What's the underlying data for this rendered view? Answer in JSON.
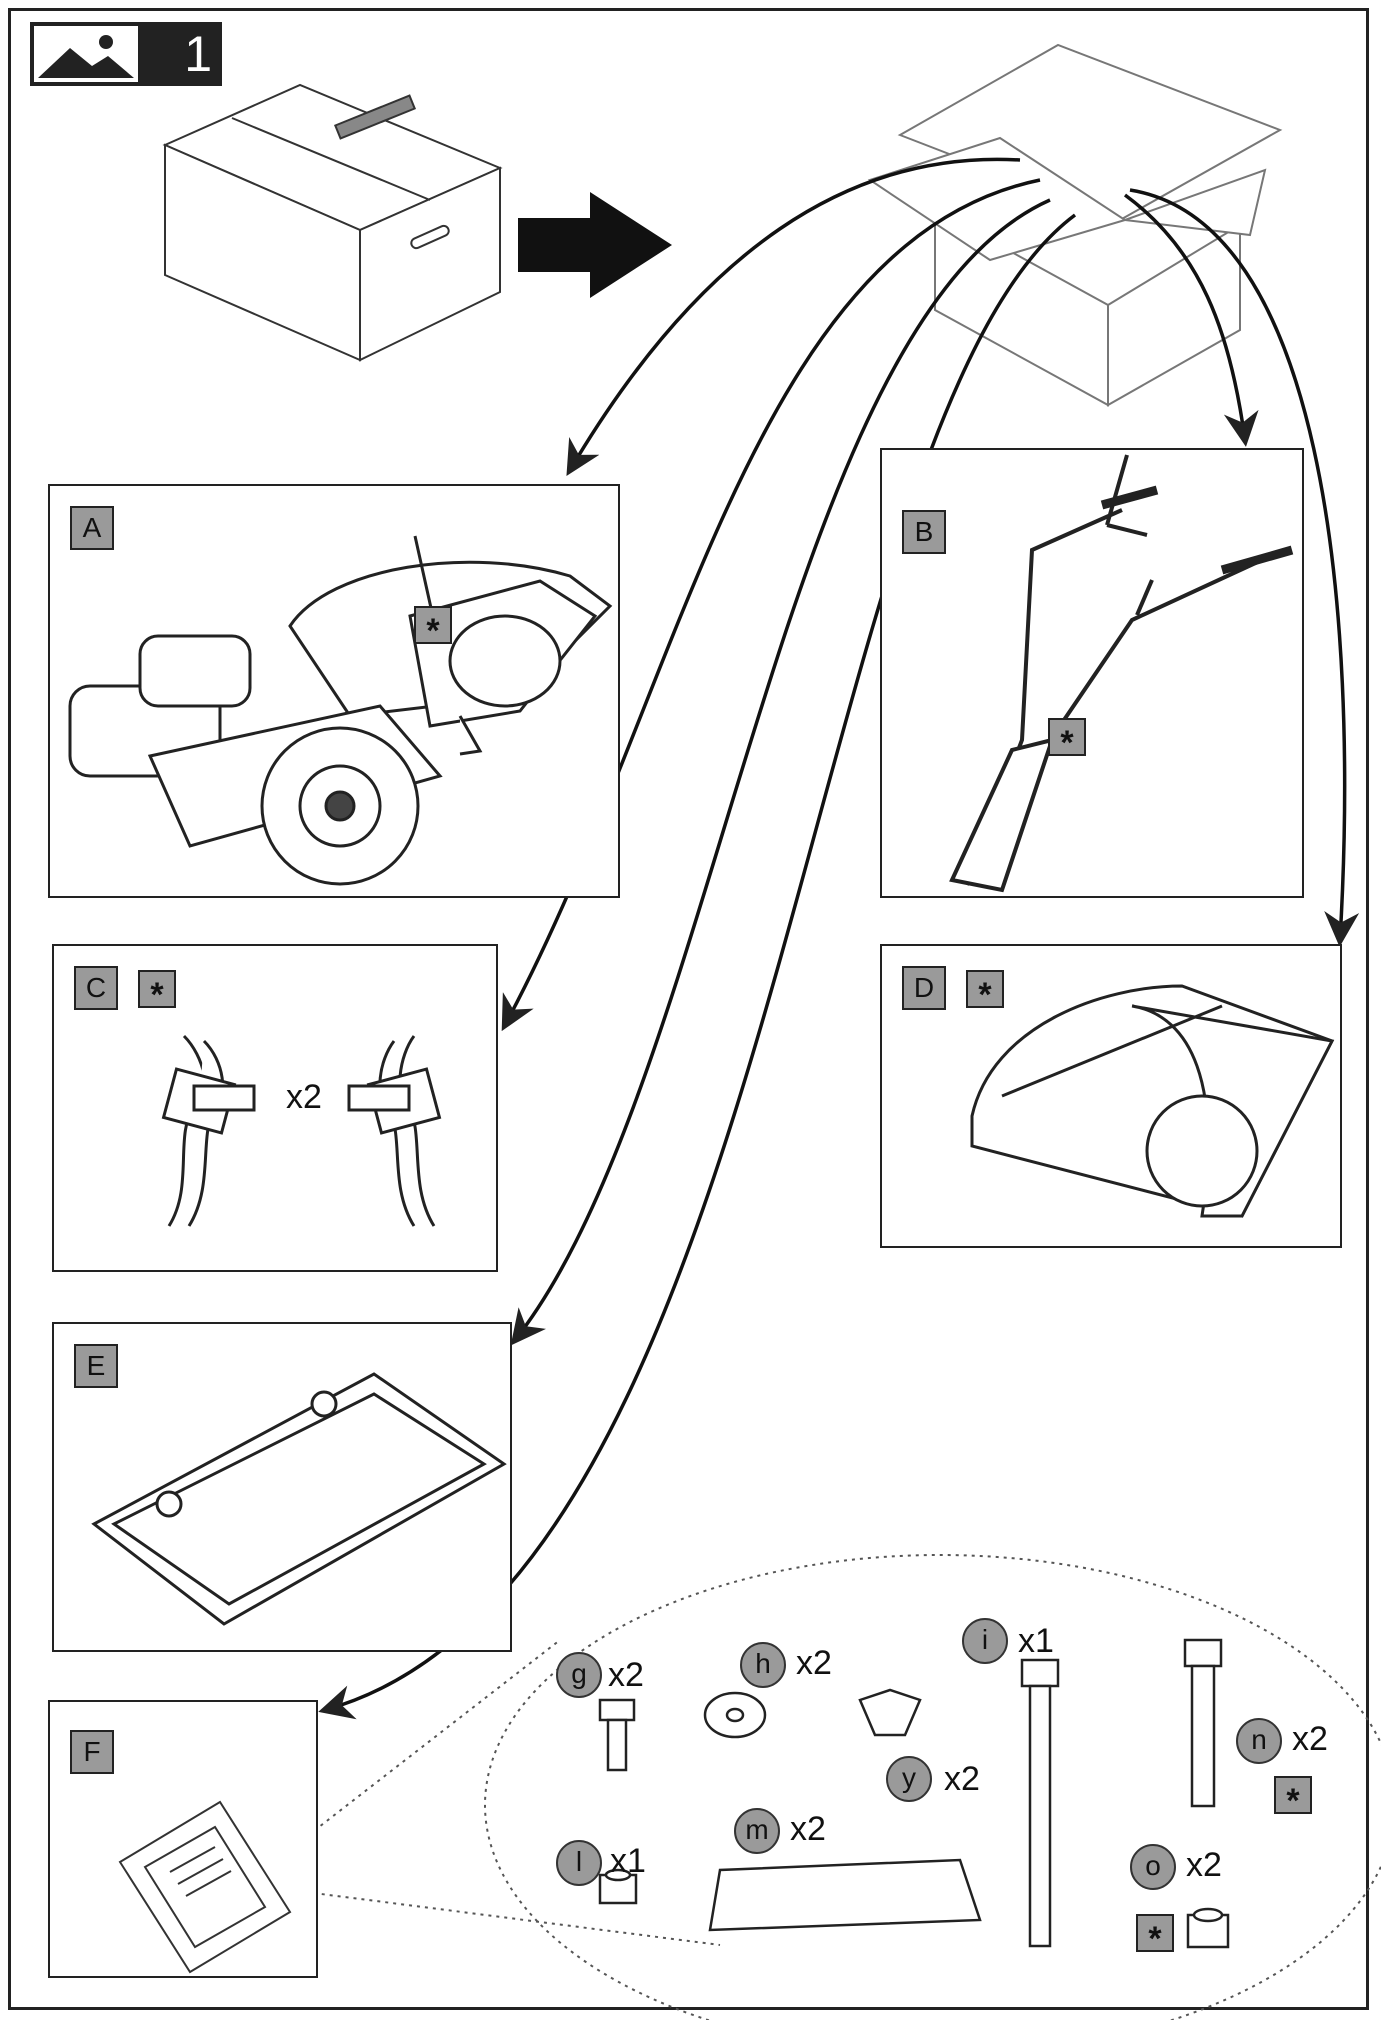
{
  "header": {
    "step_number": "1",
    "icon": "image-icon"
  },
  "panels": {
    "A": {
      "label": "A",
      "asterisk": "*"
    },
    "B": {
      "label": "B",
      "asterisk": "*"
    },
    "C": {
      "label": "C",
      "asterisk": "*",
      "qty": "x2"
    },
    "D": {
      "label": "D",
      "asterisk": "*"
    },
    "E": {
      "label": "E"
    },
    "F": {
      "label": "F"
    }
  },
  "hardware": [
    {
      "id": "g",
      "qty": "x2"
    },
    {
      "id": "h",
      "qty": "x2"
    },
    {
      "id": "i",
      "qty": "x1"
    },
    {
      "id": "y",
      "qty": "x2"
    },
    {
      "id": "n",
      "qty": "x2",
      "asterisk": "*"
    },
    {
      "id": "l",
      "qty": "x1"
    },
    {
      "id": "m",
      "qty": "x2"
    },
    {
      "id": "o",
      "qty": "x2",
      "asterisk": "*"
    }
  ],
  "colors": {
    "label_fill": "#9a9a9a",
    "line": "#222222"
  }
}
